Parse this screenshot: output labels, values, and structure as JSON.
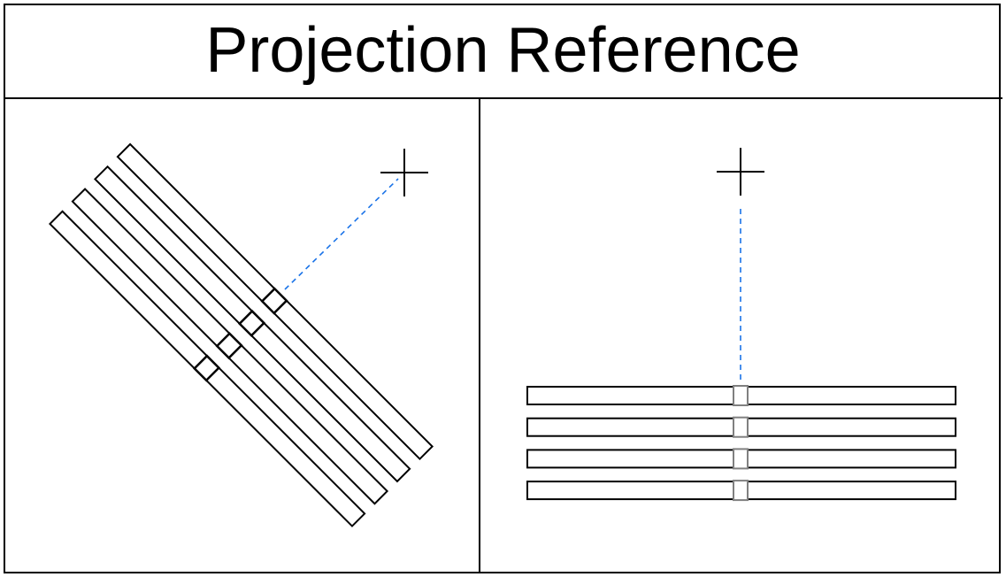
{
  "title": "Projection Reference",
  "colors": {
    "line": "#000000",
    "projection": "#1a73e8",
    "marker_right": "#808080"
  },
  "panels": [
    {
      "name": "rotated",
      "bar_count": 4,
      "rotation_deg": 45
    },
    {
      "name": "aligned",
      "bar_count": 4,
      "rotation_deg": 0
    }
  ]
}
